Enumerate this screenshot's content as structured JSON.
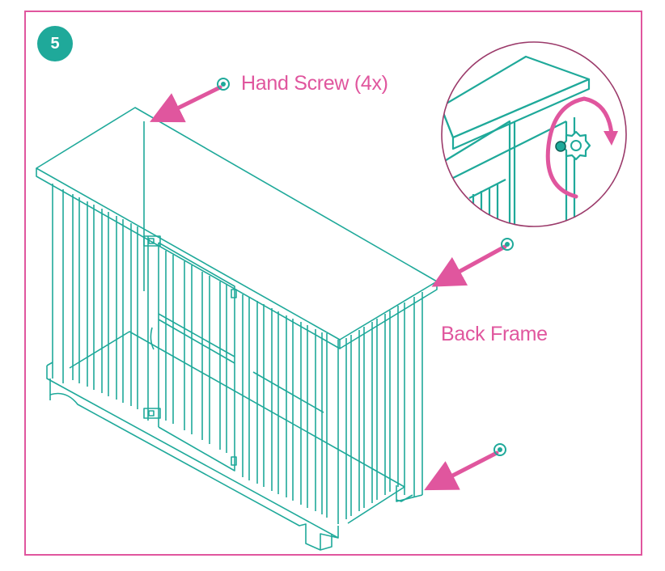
{
  "step": {
    "number": "5"
  },
  "labels": {
    "hand_screw": "Hand Screw (4x)",
    "back_frame": "Back Frame"
  },
  "colors": {
    "border": "#e0569e",
    "accent": "#e0569e",
    "line": "#1fa99a",
    "badge": "#1fa99a"
  },
  "icons": [
    "hand-screw-icon",
    "arrow-icon",
    "rotate-arrow-icon"
  ]
}
